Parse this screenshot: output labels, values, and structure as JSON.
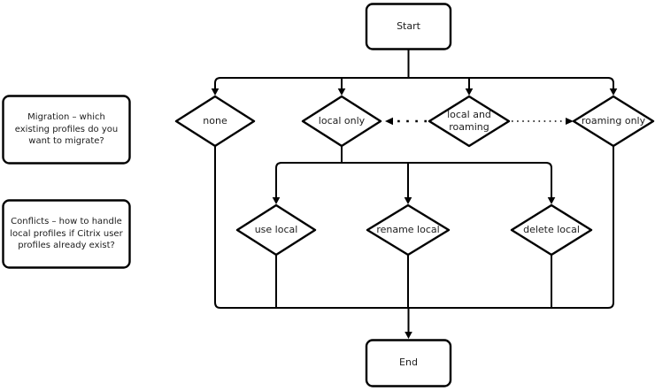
{
  "diagram": {
    "background_color": "#ffffff",
    "line_color": "#000000",
    "text_color": "#1c1c1c",
    "node_fill_color": "#ffffff",
    "annotations": {
      "migration": {
        "label": "Migration – which\nexisting profiles do you\nwant to migrate?"
      },
      "conflicts": {
        "label": "Conflicts – how to handle\nlocal profiles if Citrix user\nprofiles already exist?"
      }
    },
    "nodes": {
      "start": {
        "label": "Start",
        "type": "terminator"
      },
      "none": {
        "label": "none",
        "type": "decision"
      },
      "local_only": {
        "label": "local only",
        "type": "decision"
      },
      "local_and_roaming": {
        "label": "local and\nroaming",
        "type": "decision"
      },
      "roaming_only": {
        "label": "roaming only",
        "type": "decision"
      },
      "use_local": {
        "label": "use local",
        "type": "decision"
      },
      "rename_local": {
        "label": "rename local",
        "type": "decision"
      },
      "delete_local": {
        "label": "delete local",
        "type": "decision"
      },
      "end": {
        "label": "End",
        "type": "terminator"
      }
    },
    "edges": {
      "solid": [
        "start -> none",
        "start -> local_only",
        "start -> local_and_roaming",
        "start -> roaming_only",
        "local_only -> use_local",
        "local_only -> rename_local",
        "local_only -> delete_local",
        "none -> end",
        "use_local -> end",
        "rename_local -> end",
        "delete_local -> end",
        "roaming_only -> end"
      ],
      "dotted": [
        "local_and_roaming -> local_only",
        "local_and_roaming -> roaming_only"
      ]
    }
  }
}
